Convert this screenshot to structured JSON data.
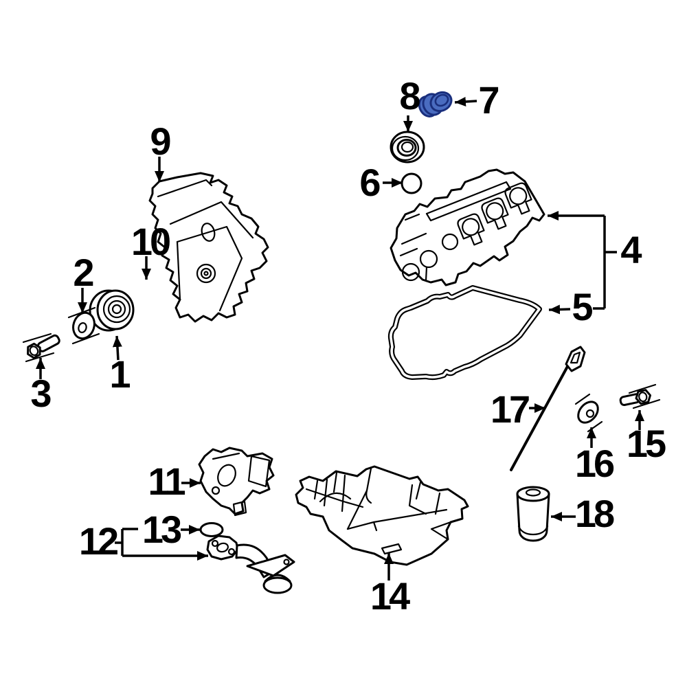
{
  "diagram": {
    "background_color": "#ffffff",
    "line_color": "#000000",
    "highlight_fill": "#4a6cc0",
    "highlight_stroke": "#1a2f7d",
    "highlighted_callout": "7"
  },
  "callouts": [
    {
      "label": "1",
      "highlighted": false
    },
    {
      "label": "2",
      "highlighted": false
    },
    {
      "label": "3",
      "highlighted": false
    },
    {
      "label": "4",
      "highlighted": false
    },
    {
      "label": "5",
      "highlighted": false
    },
    {
      "label": "6",
      "highlighted": false
    },
    {
      "label": "7",
      "highlighted": true
    },
    {
      "label": "8",
      "highlighted": false
    },
    {
      "label": "9",
      "highlighted": false
    },
    {
      "label": "10",
      "highlighted": false
    },
    {
      "label": "11",
      "highlighted": false
    },
    {
      "label": "12",
      "highlighted": false
    },
    {
      "label": "13",
      "highlighted": false
    },
    {
      "label": "14",
      "highlighted": false
    },
    {
      "label": "15",
      "highlighted": false
    },
    {
      "label": "16",
      "highlighted": false
    },
    {
      "label": "17",
      "highlighted": false
    },
    {
      "label": "18",
      "highlighted": false
    }
  ]
}
